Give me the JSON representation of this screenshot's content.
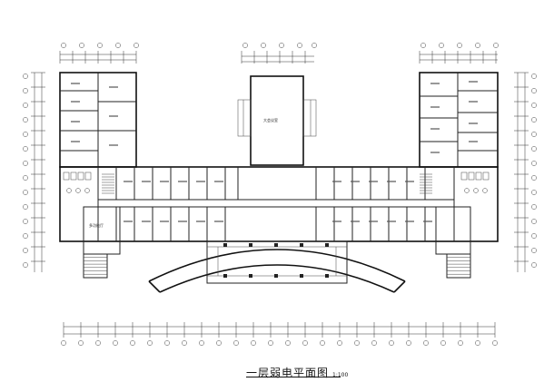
{
  "drawing": {
    "title": "一层弱电平面图",
    "scale": "1:100"
  },
  "rooms": [
    {
      "label": "大会议室"
    },
    {
      "label": "多功能厅"
    }
  ]
}
